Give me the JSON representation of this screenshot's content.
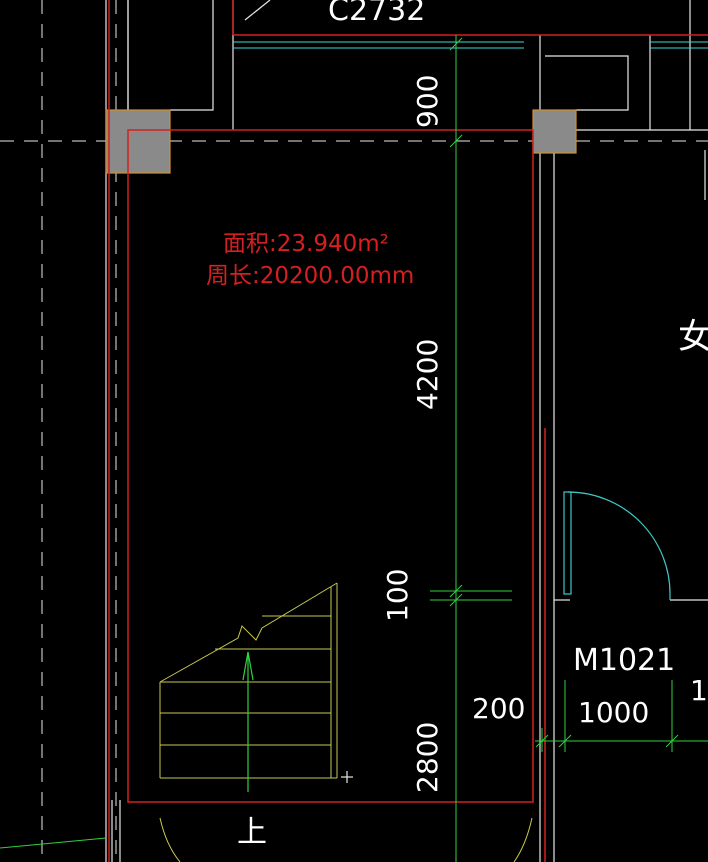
{
  "colors": {
    "background": "#000000",
    "wall_outline": "#e8e8e8",
    "room_boundary": "#d42020",
    "axis_line": "#30d040",
    "dimension_line": "#30d040",
    "dimension_text": "#ffffff",
    "window_line": "#40d8d8",
    "door_swing": "#40c8c8",
    "stair_line": "#c8c850",
    "column_fill": "#8a8a8a",
    "column_border": "#d09030",
    "area_label": "#d42020"
  },
  "labels": {
    "window_code": "C2732",
    "room_area": "面积:23.940m²",
    "room_perimeter": "周长:20200.00mm",
    "room_name_partial": "女",
    "door_code": "M1021",
    "stair_up": "上",
    "right_partial": "1"
  },
  "dimensions": {
    "vertical": [
      "900",
      "4200",
      "100",
      "2800"
    ],
    "horizontal": [
      "200",
      "1000"
    ]
  },
  "icons": {
    "stair_arrow": "arrow-up-icon",
    "stair_break": "break-line-icon",
    "cross_marker": "plus-icon"
  }
}
